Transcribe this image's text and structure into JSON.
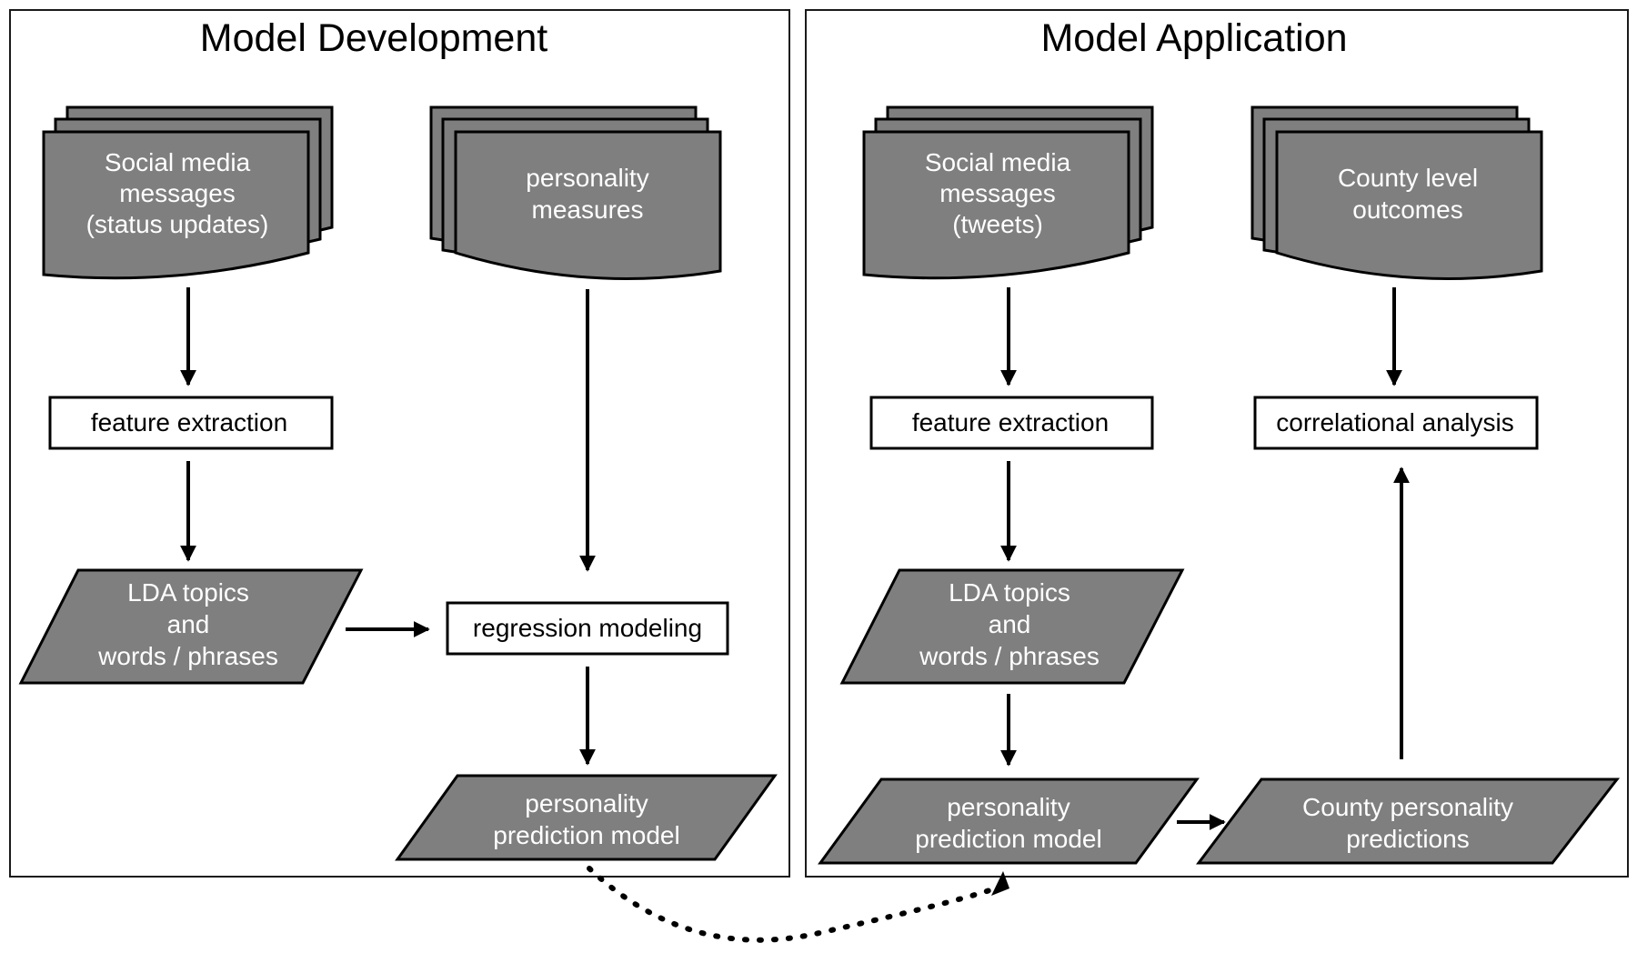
{
  "panels": {
    "development_title": "Model Development",
    "application_title": "Model Application"
  },
  "development": {
    "social_media": [
      "Social media",
      "messages",
      "(status updates)"
    ],
    "personality_measures": [
      "personality",
      "measures"
    ],
    "feature_extraction": "feature extraction",
    "lda_topics": [
      "LDA topics",
      "and",
      "words / phrases"
    ],
    "regression_modeling": "regression modeling",
    "prediction_model": [
      "personality",
      "prediction model"
    ]
  },
  "application": {
    "social_media": [
      "Social media",
      "messages",
      "(tweets)"
    ],
    "county_outcomes": [
      "County level",
      "outcomes"
    ],
    "feature_extraction": "feature extraction",
    "correlational_analysis": "correlational analysis",
    "lda_topics": [
      "LDA topics",
      "and",
      "words / phrases"
    ],
    "prediction_model": [
      "personality",
      "prediction model"
    ],
    "county_predictions": [
      "County personality",
      "predictions"
    ]
  },
  "colors": {
    "shape_fill": "#7f7f7f",
    "stroke": "#000000",
    "process_fill": "#ffffff"
  }
}
